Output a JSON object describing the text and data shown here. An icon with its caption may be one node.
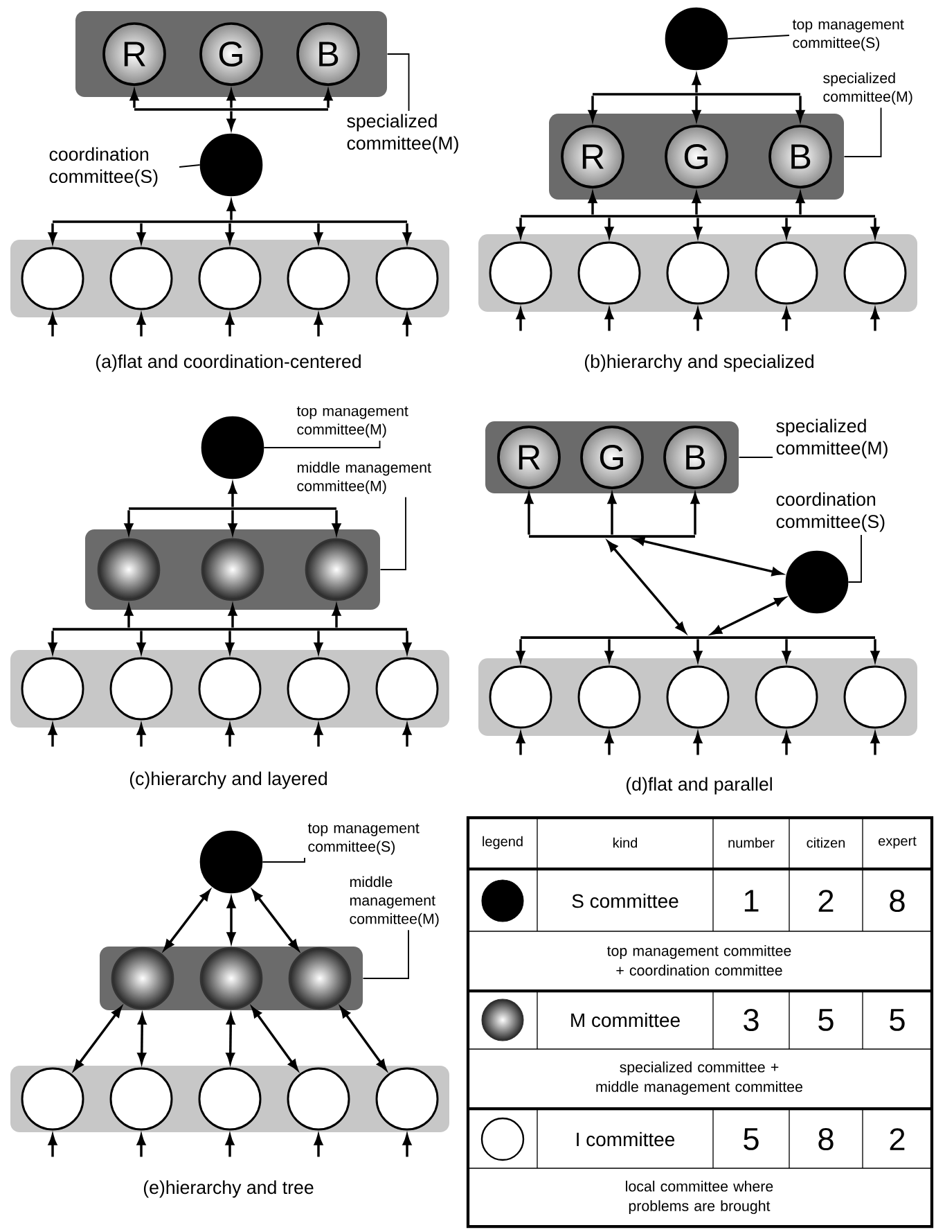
{
  "diagram": {
    "nodes": [
      {
        "text": [],
        "shape": "box"
      },
      {
        "text": [
          "R"
        ],
        "in": 0
      },
      {
        "text": [
          "G"
        ],
        "in": 0
      },
      {
        "text": [
          "B"
        ],
        "in": 0
      },
      {
        "text": [
          "specialized committee(M)"
        ]
      },
      {
        "text": [],
        "shape": "bar"
      },
      {
        "text": [],
        "shape": "circle"
      },
      {
        "text": [
          "coordination committee(S)"
        ]
      },
      {
        "text": [],
        "shape": "bar"
      },
      {
        "text": [],
        "shape": "box"
      },
      {
        "text": [],
        "shape": "circle",
        "in": 9
      },
      {
        "text": [],
        "shape": "circle",
        "in": 9
      },
      {
        "text": [],
        "shape": "circle",
        "in": 9
      },
      {
        "text": [],
        "shape": "circle",
        "in": 9
      },
      {
        "text": [],
        "shape": "circle",
        "in": 9
      },
      {
        "text": [],
        "shape": "circle"
      },
      {
        "text": [
          "top management committee(S)"
        ]
      },
      {
        "text": [],
        "shape": "bar"
      },
      {
        "text": [],
        "shape": "box"
      },
      {
        "text": [
          "R"
        ],
        "in": 18
      },
      {
        "text": [
          "G"
        ],
        "in": 18
      },
      {
        "text": [
          "B"
        ],
        "in": 18
      },
      {
        "text": [
          "specialized committee(M)"
        ]
      },
      {
        "text": [],
        "shape": "bar"
      },
      {
        "text": [],
        "shape": "box"
      },
      {
        "text": [],
        "shape": "circle",
        "in": 24
      },
      {
        "text": [],
        "shape": "circle",
        "in": 24
      },
      {
        "text": [],
        "shape": "circle",
        "in": 24
      },
      {
        "text": [],
        "shape": "circle",
        "in": 24
      },
      {
        "text": [],
        "shape": "circle",
        "in": 24
      },
      {
        "text": [],
        "shape": "circle"
      },
      {
        "text": [
          "top management committee(M)"
        ]
      },
      {
        "text": [
          "middle management committee(M)"
        ]
      },
      {
        "text": [],
        "shape": "bar"
      },
      {
        "text": [],
        "shape": "box"
      },
      {
        "text": [],
        "shape": "circle",
        "in": 34
      },
      {
        "text": [],
        "shape": "circle",
        "in": 34
      },
      {
        "text": [],
        "shape": "circle",
        "in": 34
      },
      {
        "text": [],
        "shape": "bar"
      },
      {
        "text": [],
        "shape": "box"
      },
      {
        "text": [],
        "shape": "circle",
        "in": 39
      },
      {
        "text": [],
        "shape": "circle",
        "in": 39
      },
      {
        "text": [],
        "shape": "circle",
        "in": 39
      },
      {
        "text": [],
        "shape": "circle",
        "in": 39
      },
      {
        "text": [],
        "shape": "circle",
        "in": 39
      },
      {
        "text": [],
        "shape": "box"
      },
      {
        "text": [
          "R"
        ],
        "in": 45
      },
      {
        "text": [
          "G"
        ],
        "in": 45
      },
      {
        "text": [
          "B"
        ],
        "in": 45
      },
      {
        "text": [
          "specialized committee(M)"
        ]
      },
      {
        "text": [],
        "shape": "bar"
      },
      {
        "text": [
          "coordination committee(S)"
        ]
      },
      {
        "text": [],
        "shape": "circle"
      },
      {
        "text": [],
        "shape": "bar"
      },
      {
        "text": [],
        "shape": "box"
      },
      {
        "text": [],
        "shape": "circle",
        "in": 54
      },
      {
        "text": [],
        "shape": "circle",
        "in": 54
      },
      {
        "text": [],
        "shape": "circle",
        "in": 54
      },
      {
        "text": [],
        "shape": "circle",
        "in": 54
      },
      {
        "text": [],
        "shape": "circle",
        "in": 54
      },
      {
        "text": [],
        "shape": "circle"
      },
      {
        "text": [
          "top management committee(S)"
        ]
      },
      {
        "text": [
          "middle management committee(M)"
        ]
      },
      {
        "text": [],
        "shape": "box"
      },
      {
        "text": [],
        "shape": "circle",
        "in": 63
      },
      {
        "text": [],
        "shape": "circle",
        "in": 63
      },
      {
        "text": [],
        "shape": "circle",
        "in": 63
      },
      {
        "text": [],
        "shape": "box"
      },
      {
        "text": [],
        "shape": "circle",
        "in": 67
      },
      {
        "text": [],
        "shape": "circle",
        "in": 67
      },
      {
        "text": [],
        "shape": "circle",
        "in": 67
      },
      {
        "text": [],
        "shape": "circle",
        "in": 67
      },
      {
        "text": [],
        "shape": "circle",
        "in": 67
      }
    ],
    "edges": [
      {
        "from": 4,
        "to": 0,
        "arrow": "none"
      },
      {
        "from": 7,
        "to": 6,
        "arrow": "none"
      },
      {
        "from": 5,
        "to": 1,
        "arrow": "to"
      },
      {
        "from": 5,
        "to": 2,
        "arrow": "to"
      },
      {
        "from": 5,
        "to": 3,
        "arrow": "to"
      },
      {
        "from": 5,
        "to": 6,
        "arrow": "to"
      },
      {
        "from": 8,
        "to": 6,
        "arrow": "to"
      },
      {
        "from": 8,
        "to": 10,
        "arrow": "to"
      },
      {
        "from": 8,
        "to": 11,
        "arrow": "to"
      },
      {
        "from": 8,
        "to": 12,
        "arrow": "to"
      },
      {
        "from": 8,
        "to": 13,
        "arrow": "to"
      },
      {
        "from": 8,
        "to": 14,
        "arrow": "to"
      },
      {
        "from": null,
        "to": 10,
        "arrow": "to"
      },
      {
        "from": null,
        "to": 11,
        "arrow": "to"
      },
      {
        "from": null,
        "to": 12,
        "arrow": "to"
      },
      {
        "from": null,
        "to": 13,
        "arrow": "to"
      },
      {
        "from": null,
        "to": 14,
        "arrow": "to"
      },
      {
        "from": 16,
        "to": 15,
        "arrow": "none"
      },
      {
        "from": 22,
        "to": 18,
        "arrow": "none"
      },
      {
        "from": 17,
        "to": 15,
        "arrow": "to"
      },
      {
        "from": 17,
        "to": 19,
        "arrow": "to"
      },
      {
        "from": 17,
        "to": 20,
        "arrow": "to"
      },
      {
        "from": 17,
        "to": 21,
        "arrow": "to"
      },
      {
        "from": 23,
        "to": 19,
        "arrow": "to"
      },
      {
        "from": 23,
        "to": 20,
        "arrow": "to"
      },
      {
        "from": 23,
        "to": 21,
        "arrow": "to"
      },
      {
        "from": 23,
        "to": 25,
        "arrow": "to"
      },
      {
        "from": 23,
        "to": 26,
        "arrow": "to"
      },
      {
        "from": 23,
        "to": 27,
        "arrow": "to"
      },
      {
        "from": 23,
        "to": 28,
        "arrow": "to"
      },
      {
        "from": 23,
        "to": 29,
        "arrow": "to"
      },
      {
        "from": null,
        "to": 25,
        "arrow": "to"
      },
      {
        "from": null,
        "to": 26,
        "arrow": "to"
      },
      {
        "from": null,
        "to": 27,
        "arrow": "to"
      },
      {
        "from": null,
        "to": 28,
        "arrow": "to"
      },
      {
        "from": null,
        "to": 29,
        "arrow": "to"
      },
      {
        "from": 31,
        "to": 30,
        "arrow": "none"
      },
      {
        "from": 32,
        "to": 34,
        "arrow": "none"
      },
      {
        "from": 33,
        "to": 30,
        "arrow": "to"
      },
      {
        "from": 33,
        "to": 35,
        "arrow": "to"
      },
      {
        "from": 33,
        "to": 36,
        "arrow": "to"
      },
      {
        "from": 33,
        "to": 37,
        "arrow": "to"
      },
      {
        "from": 38,
        "to": 35,
        "arrow": "to"
      },
      {
        "from": 38,
        "to": 36,
        "arrow": "to"
      },
      {
        "from": 38,
        "to": 37,
        "arrow": "to"
      },
      {
        "from": 38,
        "to": 40,
        "arrow": "to"
      },
      {
        "from": 38,
        "to": 41,
        "arrow": "to"
      },
      {
        "from": 38,
        "to": 42,
        "arrow": "to"
      },
      {
        "from": 38,
        "to": 43,
        "arrow": "to"
      },
      {
        "from": 38,
        "to": 44,
        "arrow": "to"
      },
      {
        "from": null,
        "to": 40,
        "arrow": "to"
      },
      {
        "from": null,
        "to": 41,
        "arrow": "to"
      },
      {
        "from": null,
        "to": 42,
        "arrow": "to"
      },
      {
        "from": null,
        "to": 43,
        "arrow": "to"
      },
      {
        "from": null,
        "to": 44,
        "arrow": "to"
      },
      {
        "from": 49,
        "to": 45,
        "arrow": "none"
      },
      {
        "from": 51,
        "to": 52,
        "arrow": "none"
      },
      {
        "from": 50,
        "to": 46,
        "arrow": "to"
      },
      {
        "from": 50,
        "to": 47,
        "arrow": "to"
      },
      {
        "from": 50,
        "to": 48,
        "arrow": "to"
      },
      {
        "from": 50,
        "to": 52,
        "arrow": "both"
      },
      {
        "from": 50,
        "to": 53,
        "arrow": "both"
      },
      {
        "from": 53,
        "to": 52,
        "arrow": "both"
      },
      {
        "from": 53,
        "to": 55,
        "arrow": "to"
      },
      {
        "from": 53,
        "to": 56,
        "arrow": "to"
      },
      {
        "from": 53,
        "to": 57,
        "arrow": "to"
      },
      {
        "from": 53,
        "to": 58,
        "arrow": "to"
      },
      {
        "from": 53,
        "to": 59,
        "arrow": "to"
      },
      {
        "from": null,
        "to": 55,
        "arrow": "to"
      },
      {
        "from": null,
        "to": 56,
        "arrow": "to"
      },
      {
        "from": null,
        "to": 57,
        "arrow": "to"
      },
      {
        "from": null,
        "to": 58,
        "arrow": "to"
      },
      {
        "from": null,
        "to": 59,
        "arrow": "to"
      },
      {
        "from": 61,
        "to": 60,
        "arrow": "none"
      },
      {
        "from": 62,
        "to": 63,
        "arrow": "none"
      },
      {
        "from": 60,
        "to": 64,
        "arrow": "both"
      },
      {
        "from": 60,
        "to": 65,
        "arrow": "both"
      },
      {
        "from": 60,
        "to": 66,
        "arrow": "both"
      },
      {
        "from": 64,
        "to": 68,
        "arrow": "both"
      },
      {
        "from": 64,
        "to": 69,
        "arrow": "both"
      },
      {
        "from": 65,
        "to": 70,
        "arrow": "both"
      },
      {
        "from": 65,
        "to": 71,
        "arrow": "both"
      },
      {
        "from": 66,
        "to": 72,
        "arrow": "both"
      },
      {
        "from": null,
        "to": 68,
        "arrow": "to"
      },
      {
        "from": null,
        "to": 69,
        "arrow": "to"
      },
      {
        "from": null,
        "to": 70,
        "arrow": "to"
      },
      {
        "from": null,
        "to": 71,
        "arrow": "to"
      },
      {
        "from": null,
        "to": 72,
        "arrow": "to"
      }
    ],
    "labels": [
      "(a)flat and coordination-centered",
      "(b)hierarchy and specialized",
      "(c)hierarchy and layered",
      "(d)flat and parallel",
      "(e)hierarchy and tree",
      "legend",
      "kind",
      "number",
      "citizen",
      "expert",
      "S committee",
      "1",
      "2",
      "8",
      "top management committee + coordination committee",
      "M committee",
      "3",
      "5",
      "5",
      "specialized committee + middle management committee",
      "I committee",
      "5",
      "8",
      "2",
      "local committee where problems are brought"
    ]
  }
}
